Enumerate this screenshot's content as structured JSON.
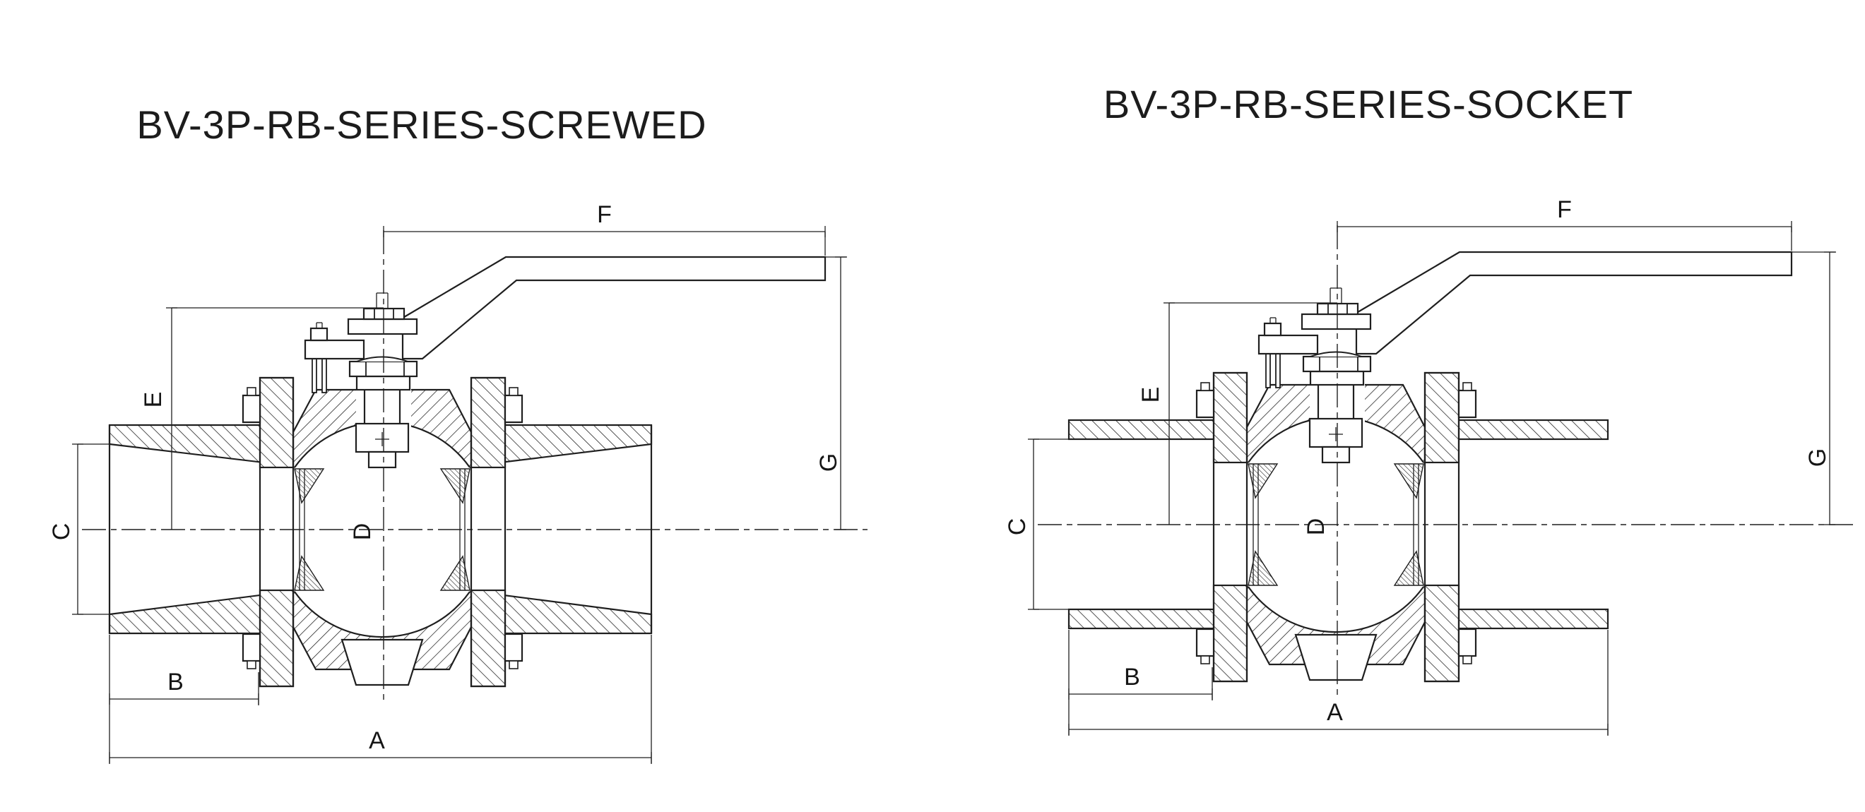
{
  "page": {
    "background": "#ffffff",
    "line_color": "#1f1f1f",
    "label_color": "#151515"
  },
  "drawings": [
    {
      "id": "screwed",
      "title": "BV-3P-RB-SERIES-SCREWED",
      "end_style": "screwed",
      "dimension_labels": {
        "A": "A",
        "B": "B",
        "C": "C",
        "D": "D",
        "E": "E",
        "F": "F",
        "G": "G"
      }
    },
    {
      "id": "socket",
      "title": "BV-3P-RB-SERIES-SOCKET",
      "end_style": "socket",
      "dimension_labels": {
        "A": "A",
        "B": "B",
        "C": "C",
        "D": "D",
        "E": "E",
        "F": "F",
        "G": "G"
      }
    }
  ]
}
